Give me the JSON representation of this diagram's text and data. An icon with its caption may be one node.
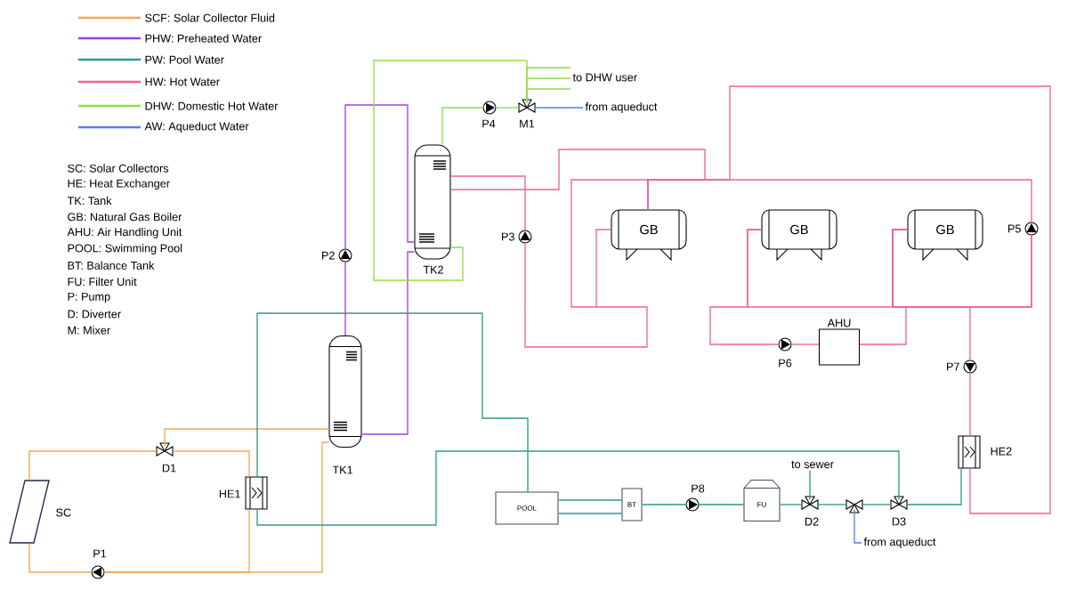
{
  "diagram": {
    "nodes": [
      {
        "text": [
          "SC"
        ]
      },
      {
        "text": [
          "D1"
        ]
      },
      {
        "text": [
          "HE1"
        ]
      },
      {
        "text": [
          "P1"
        ]
      },
      {
        "text": [
          "TK1"
        ]
      },
      {
        "text": [
          "P2"
        ]
      },
      {
        "text": [
          "TK2"
        ]
      },
      {
        "text": [
          "P3"
        ]
      },
      {
        "text": [
          "P4"
        ]
      },
      {
        "text": [
          "M1"
        ]
      },
      {
        "text": [
          "to DHW user"
        ]
      },
      {
        "text": [
          "from aqueduct"
        ]
      },
      {
        "text": [
          "GB"
        ]
      },
      {
        "text": [
          "GB"
        ]
      },
      {
        "text": [
          "GB"
        ]
      },
      {
        "text": [
          "P5"
        ]
      },
      {
        "text": [
          "AHU"
        ]
      },
      {
        "text": [
          "P6"
        ]
      },
      {
        "text": [
          "P7"
        ]
      },
      {
        "text": [
          "HE2"
        ]
      },
      {
        "text": [
          "POOL"
        ]
      },
      {
        "text": [
          "BT"
        ]
      },
      {
        "text": [
          "P8"
        ]
      },
      {
        "text": [
          "FU"
        ]
      },
      {
        "text": [
          "D2"
        ]
      },
      {
        "text": [],
        "shape": "valve"
      },
      {
        "text": [
          "D3"
        ]
      },
      {
        "text": [
          "to sewer"
        ]
      },
      {
        "text": [
          "from aqueduct"
        ]
      }
    ],
    "edges": [
      {
        "from": 0,
        "to": 1,
        "arrow": "none",
        "color": "#f5a55a"
      },
      {
        "from": 1,
        "to": 4,
        "arrow": "none",
        "color": "#f5a55a"
      },
      {
        "from": 1,
        "to": 2,
        "arrow": "none",
        "color": "#f5a55a"
      },
      {
        "from": 2,
        "to": 3,
        "arrow": "none",
        "color": "#f5a55a"
      },
      {
        "from": 3,
        "to": 0,
        "arrow": "none",
        "color": "#f5a55a"
      },
      {
        "from": 4,
        "to": 3,
        "arrow": "none",
        "color": "#f5a55a"
      },
      {
        "from": 4,
        "to": 5,
        "arrow": "none",
        "color": "#a040e0"
      },
      {
        "from": 5,
        "to": 6,
        "arrow": "none",
        "color": "#a040e0"
      },
      {
        "from": 4,
        "to": 6,
        "arrow": "none",
        "color": "#a040e0"
      },
      {
        "from": 6,
        "to": 8,
        "arrow": "none",
        "color": "#90e040"
      },
      {
        "from": 8,
        "to": 9,
        "arrow": "none",
        "color": "#90e040"
      },
      {
        "from": 9,
        "to": 10,
        "arrow": "none",
        "color": "#90e040"
      },
      {
        "from": 9,
        "to": 10,
        "arrow": "none",
        "color": "#90e040"
      },
      {
        "from": 9,
        "to": 10,
        "arrow": "none",
        "color": "#90e040"
      },
      {
        "from": 6,
        "to": 9,
        "arrow": "none",
        "color": "#90e040"
      },
      {
        "from": 11,
        "to": 9,
        "arrow": "none",
        "color": "#5080f0"
      },
      {
        "from": 6,
        "to": 7,
        "arrow": "none",
        "color": "#f0609a"
      },
      {
        "from": 6,
        "to": 12,
        "arrow": "none",
        "color": "#f0609a"
      },
      {
        "from": 7,
        "to": 12,
        "arrow": "none",
        "color": "#f0609a"
      },
      {
        "from": 15,
        "to": 12,
        "arrow": "none",
        "color": "#f0609a"
      },
      {
        "from": 13,
        "to": 15,
        "arrow": "none",
        "color": "#f0609a"
      },
      {
        "from": 14,
        "to": 15,
        "arrow": "none",
        "color": "#f0609a"
      },
      {
        "from": 13,
        "to": 17,
        "arrow": "none",
        "color": "#f0609a"
      },
      {
        "from": 17,
        "to": 16,
        "arrow": "none",
        "color": "#f0609a"
      },
      {
        "from": 16,
        "to": 14,
        "arrow": "none",
        "color": "#f0609a"
      },
      {
        "from": 14,
        "to": 18,
        "arrow": "none",
        "color": "#f0609a"
      },
      {
        "from": 18,
        "to": 19,
        "arrow": "none",
        "color": "#f0609a"
      },
      {
        "from": 19,
        "to": 12,
        "arrow": "none",
        "color": "#f0609a"
      },
      {
        "from": 20,
        "to": 2,
        "arrow": "none",
        "color": "#2e9a8a"
      },
      {
        "from": 2,
        "to": 26,
        "arrow": "none",
        "color": "#2e9a8a"
      },
      {
        "from": 20,
        "to": 21,
        "arrow": "none",
        "color": "#2e9a8a"
      },
      {
        "from": 20,
        "to": 21,
        "arrow": "none",
        "color": "#2e9a8a"
      },
      {
        "from": 21,
        "to": 22,
        "arrow": "none",
        "color": "#2e9a8a"
      },
      {
        "from": 22,
        "to": 23,
        "arrow": "none",
        "color": "#2e9a8a"
      },
      {
        "from": 23,
        "to": 24,
        "arrow": "none",
        "color": "#2e9a8a"
      },
      {
        "from": 24,
        "to": 25,
        "arrow": "none",
        "color": "#2e9a8a"
      },
      {
        "from": 25,
        "to": 26,
        "arrow": "none",
        "color": "#2e9a8a"
      },
      {
        "from": 26,
        "to": 19,
        "arrow": "none",
        "color": "#2e9a8a"
      },
      {
        "from": 24,
        "to": 27,
        "arrow": "none",
        "color": "#2e9a8a"
      },
      {
        "from": 28,
        "to": 25,
        "arrow": "none",
        "color": "#5080f0"
      }
    ],
    "labels": [
      "SC: Solar Collectors",
      "HE: Heat Exchanger",
      "TK: Tank",
      "GB: Natural Gas Boiler",
      "AHU: Air Handling Unit",
      "POOL: Swimming Pool",
      "BT: Balance Tank",
      "FU: Filter Unit",
      "P: Pump",
      "D: Diverter",
      "M: Mixer"
    ],
    "legend": [
      {
        "text": "SCF: Solar Collector Fluid",
        "color": "#f5a55a"
      },
      {
        "text": "PHW: Preheated Water",
        "color": "#a040e0"
      },
      {
        "text": "PW: Pool Water",
        "color": "#2e9a8a"
      },
      {
        "text": "HW: Hot Water",
        "color": "#f0609a"
      },
      {
        "text": "DHW: Domestic Hot Water",
        "color": "#90e040"
      },
      {
        "text": "AW: Aqueduct Water",
        "color": "#5080f0"
      }
    ]
  }
}
